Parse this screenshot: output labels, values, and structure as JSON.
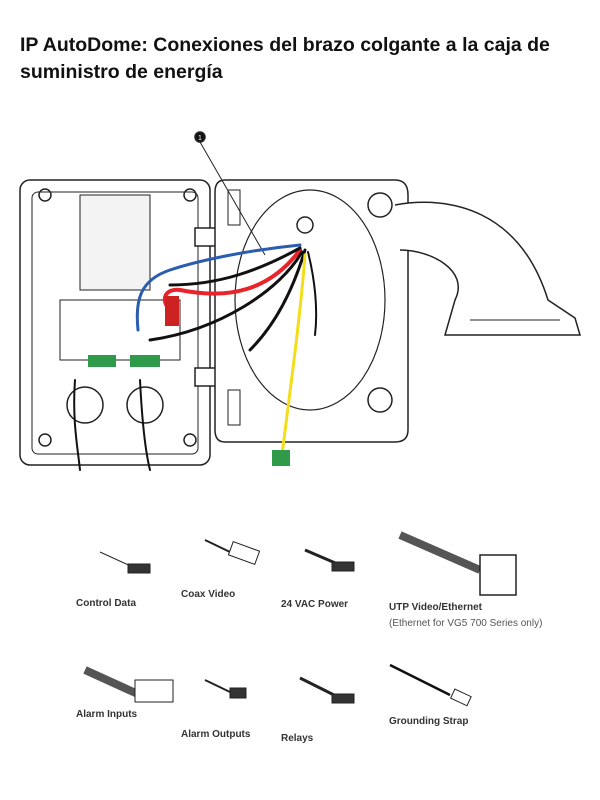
{
  "title": "IP AutoDome: Conexiones del brazo colgante a la caja de suministro de energía",
  "callout": "1",
  "connectors": {
    "control_data": "Control Data",
    "coax_video": "Coax Video",
    "vac_power": "24 VAC Power",
    "utp": "UTP Video/Ethernet",
    "utp_note": "(Ethernet for VG5 700 Series only)",
    "alarm_inputs": "Alarm Inputs",
    "alarm_outputs": "Alarm Outputs",
    "relays": "Relays",
    "grounding": "Grounding Strap"
  },
  "colors": {
    "red": "#e8242a",
    "blue": "#2a5db0",
    "yellow": "#f2de1a",
    "green": "#2e9a4a",
    "black": "#111111"
  }
}
